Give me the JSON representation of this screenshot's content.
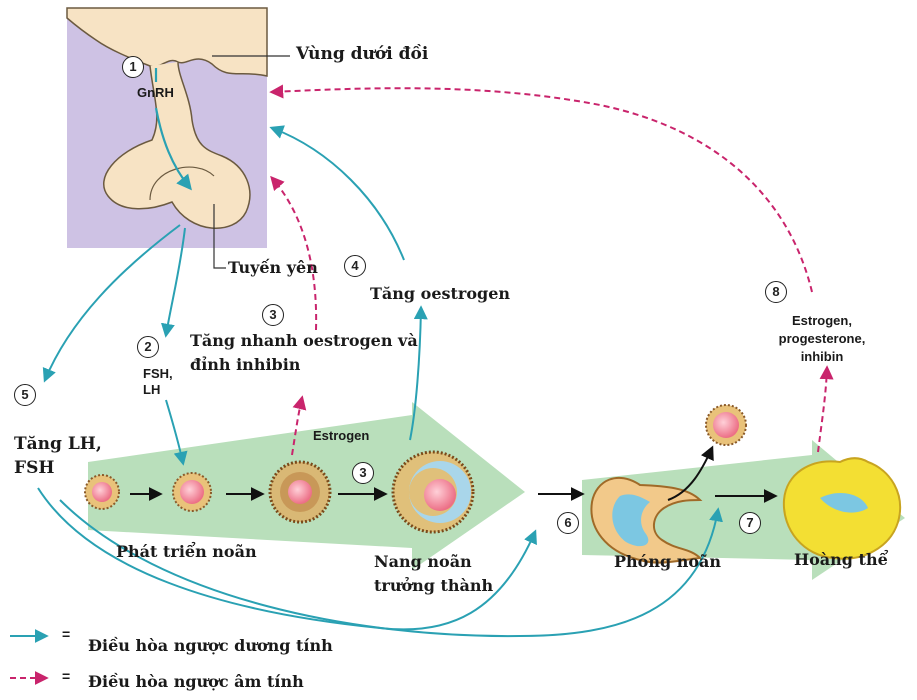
{
  "colors": {
    "positive": "#2aa1b3",
    "negative": "#c9246c",
    "panel": "#cec2e4",
    "green": "#b9dfbb",
    "brain": "#f7e3c4"
  },
  "labels": {
    "hypothalamus": "Vùng dưới đồi",
    "gnrh": "GnRH",
    "pituitary": "Tuyến yên",
    "fsh_lh": "FSH, LH",
    "rapid_estrogen": "Tăng nhanh oestrogen và đỉnh inhibin",
    "increase_estrogen": "Tăng oestrogen",
    "increase_lh_fsh": "Tăng LH, FSH",
    "estrogen": "Estrogen",
    "hormones_8": "Estrogen, progesterone, inhibin",
    "follicle_dev": "Phát triển noãn",
    "mature_follicle": "Nang noãn trưởng thành",
    "ovulation": "Phóng noãn",
    "corpus_luteum": "Hoàng thể"
  },
  "steps": [
    "1",
    "2",
    "3",
    "4",
    "5",
    "6",
    "7",
    "8",
    "3"
  ],
  "legend": {
    "symbol": "=",
    "positive": "Điều hòa ngược dương tính",
    "negative": "Điều hòa ngược âm tính"
  }
}
